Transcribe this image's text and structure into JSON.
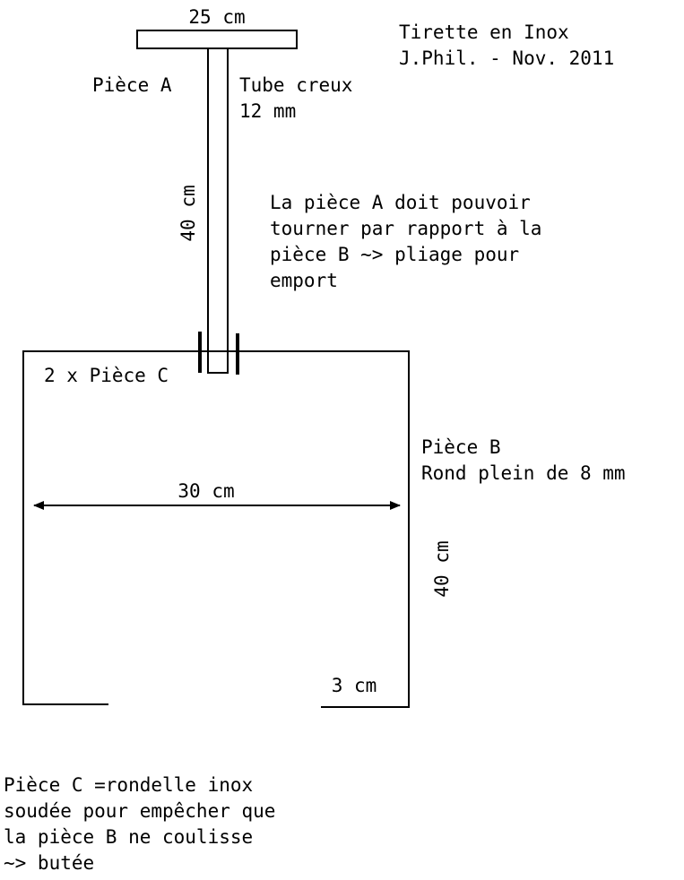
{
  "header": {
    "title": "Tirette en Inox",
    "author_date": "J.Phil. - Nov. 2011"
  },
  "piece_a": {
    "label": "Pièce A",
    "handle_width": "25 cm",
    "tube_line1": "Tube creux",
    "tube_line2": "12 mm",
    "length": "40 cm"
  },
  "rotation_note": {
    "line1": "La pièce A doit pouvoir",
    "line2": "tourner par rapport à la",
    "line3": "pièce B ~> pliage pour",
    "line4": "emport"
  },
  "piece_b": {
    "label": "Pièce B",
    "material": "Rond plein de 8 mm",
    "width": "30 cm",
    "height": "40 cm",
    "foot_length": "3 cm"
  },
  "piece_c": {
    "label": "2 x Pièce C"
  },
  "footnote": {
    "line1": "Pièce C =rondelle inox",
    "line2": "soudée pour empêcher que",
    "line3": "la pièce B ne coulisse",
    "line4": "~> butée"
  }
}
